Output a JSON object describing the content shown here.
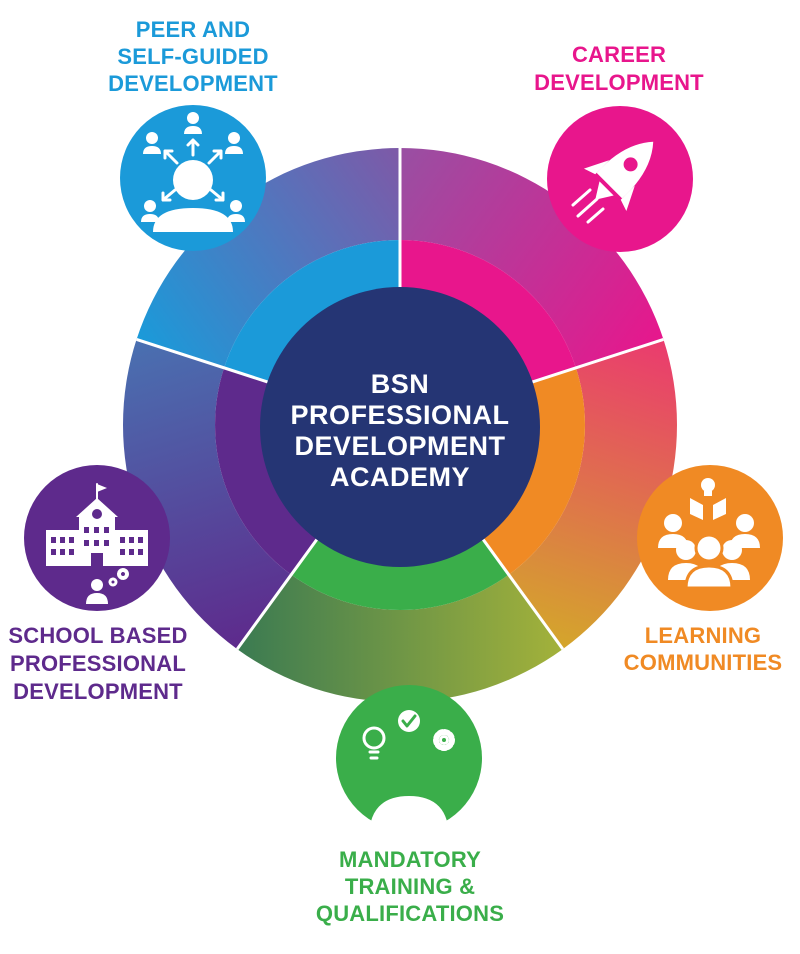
{
  "center": {
    "lines": [
      "BSN",
      "PROFESSIONAL",
      "DEVELOPMENT",
      "ACADEMY"
    ],
    "color": "#253574"
  },
  "segments": [
    {
      "id": "peer",
      "label_lines": [
        "PEER AND",
        "SELF-GUIDED",
        "DEVELOPMENT"
      ],
      "color": "#1b9ad9",
      "icon": "people-network-icon"
    },
    {
      "id": "career",
      "label_lines": [
        "CAREER",
        "DEVELOPMENT"
      ],
      "color": "#e8168c",
      "icon": "rocket-icon"
    },
    {
      "id": "learning",
      "label_lines": [
        "LEARNING",
        "COMMUNITIES"
      ],
      "color": "#f08a24",
      "icon": "group-idea-icon"
    },
    {
      "id": "mandatory",
      "label_lines": [
        "MANDATORY",
        "TRAINING &",
        "QUALIFICATIONS"
      ],
      "color": "#3aae4a",
      "icon": "lightbulb-check-gear-icon"
    },
    {
      "id": "school",
      "label_lines": [
        "SCHOOL BASED",
        "PROFESSIONAL",
        "DEVELOPMENT"
      ],
      "color": "#5e2a8c",
      "icon": "school-building-icon"
    }
  ]
}
